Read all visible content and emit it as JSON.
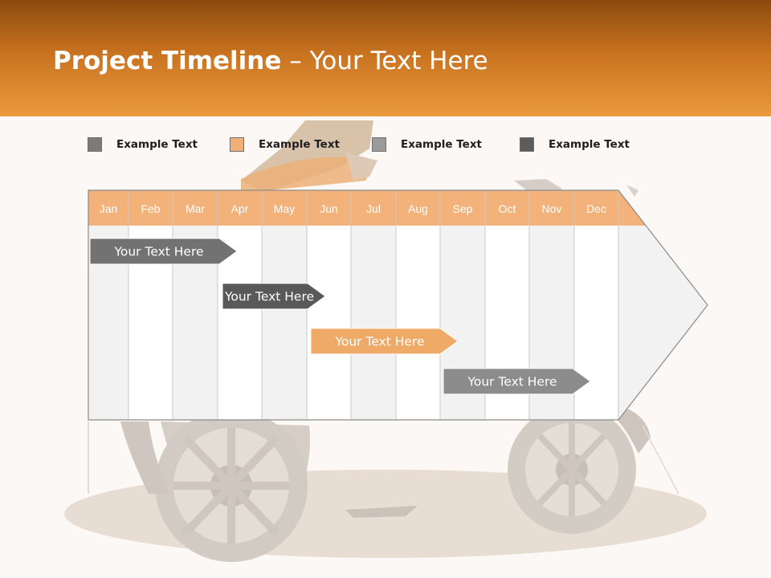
{
  "title": {
    "bold": "Project Timeline",
    "rest": " – Your Text Here"
  },
  "legend": [
    {
      "label": "Example Text",
      "color": "#7b7b7b"
    },
    {
      "label": "Example Text",
      "color": "#f0b078"
    },
    {
      "label": "Example Text",
      "color": "#9b9b9b"
    },
    {
      "label": "Example Text",
      "color": "#5c5c5c"
    }
  ],
  "months": [
    "Jan",
    "Feb",
    "Mar",
    "Apr",
    "May",
    "Jun",
    "Jul",
    "Aug",
    "Sep",
    "Oct",
    "Nov",
    "Dec"
  ],
  "tasks": [
    {
      "label": "Your  Text Here",
      "start_month": 1.0,
      "end_month": 4.0,
      "color": "#727272"
    },
    {
      "label": "Your  Text Here",
      "start_month": 4.0,
      "end_month": 6.0,
      "color": "#595959"
    },
    {
      "label": "Your  Text Here",
      "start_month": 6.0,
      "end_month": 9.0,
      "color": "#f0aa68"
    },
    {
      "label": "Your  Text Here",
      "start_month": 9.0,
      "end_month": 12.0,
      "color": "#8c8c8c"
    }
  ],
  "colors": {
    "month_header": "#f2b27a",
    "column_light": "#f2f2f2",
    "column_white": "#ffffff"
  }
}
